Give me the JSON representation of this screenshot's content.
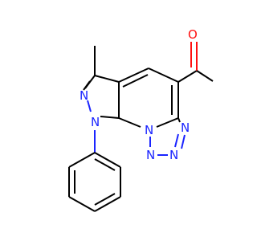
{
  "molecule": {
    "atoms": {
      "n_pyrazole_2": "N",
      "n_pyrazole_1": "N",
      "n_tetrazole_bridge": "N",
      "n_tetrazole_a": "N",
      "n_tetrazole_b": "N",
      "n_tetrazole_c": "N",
      "o_aldehyde": "O"
    },
    "colors": {
      "bond": "#000000",
      "nitrogen": "#1a24ff",
      "oxygen": "#ff1010"
    }
  }
}
